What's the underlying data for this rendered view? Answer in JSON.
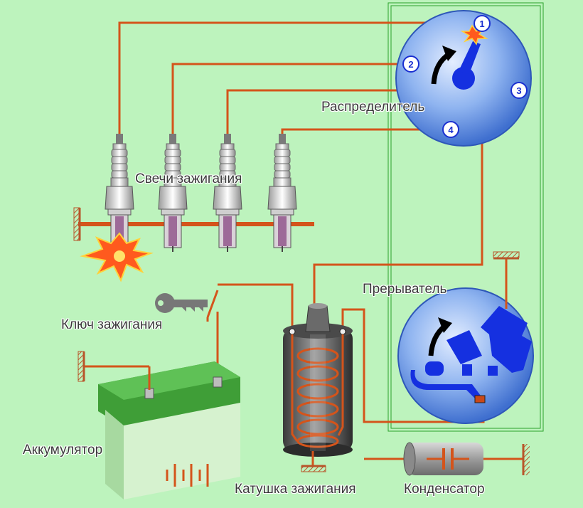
{
  "labels": {
    "distributor": "Распределитель",
    "spark_plugs": "Свечи зажигания",
    "breaker": "Прерыватель",
    "ignition_key": "Ключ зажигания",
    "battery": "Аккумулятор",
    "ignition_coil": "Катушка зажигания",
    "condenser": "Конденсатор"
  },
  "distributor_terminals": [
    "1",
    "2",
    "3",
    "4"
  ],
  "colors": {
    "background": "#bdf3bd",
    "wire": "#d4541b",
    "disc": "#5a8fe0",
    "disc_highlight": "#dbe8ff",
    "mechanism": "#1530e0",
    "battery_top": "#3f9e37",
    "battery_body": "#d6f2cf"
  }
}
